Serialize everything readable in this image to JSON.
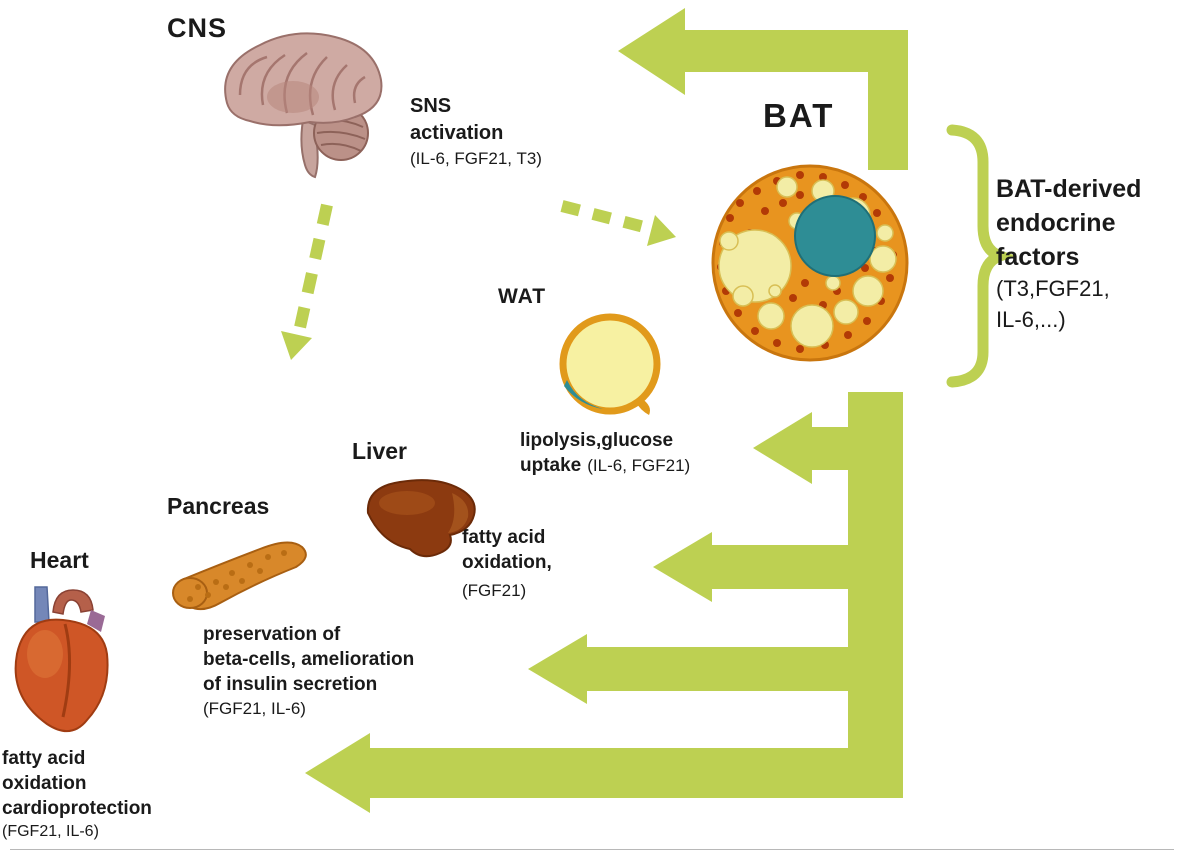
{
  "figure": {
    "name": "BAT-derived endocrine factors signaling diagram"
  },
  "colors": {
    "arrow_green": "#bdd052",
    "bat_orange": "#e8941f",
    "nucleus_teal": "#2e8d95",
    "droplet_yellow": "#f3eda6"
  },
  "cns": {
    "label": "CNS",
    "sns_line1": "SNS",
    "sns_line2": "activation",
    "sns_factors": "(IL-6, FGF21, T3)"
  },
  "bat": {
    "label": "BAT",
    "derived_line1": "BAT-derived",
    "derived_line2": "endocrine",
    "derived_line3": "factors",
    "derived_factors1": "(T3,FGF21,",
    "derived_factors2": "IL-6,...)"
  },
  "wat": {
    "label": "WAT",
    "effect_line1": "lipolysis,glucose",
    "effect_line2": "uptake",
    "factors": "(IL-6, FGF21)"
  },
  "liver": {
    "label": "Liver",
    "effect_line1": "fatty acid",
    "effect_line2": "oxidation,",
    "factors": "(FGF21)"
  },
  "pancreas": {
    "label": "Pancreas",
    "effect_line1": "preservation of",
    "effect_line2": "beta-cells, amelioration",
    "effect_line3": "of insulin secretion",
    "factors": "(FGF21, IL-6)"
  },
  "heart": {
    "label": "Heart",
    "effect_line1": "fatty acid",
    "effect_line2": "oxidation",
    "effect_line3": "cardioprotection",
    "factors": "(FGF21, IL-6)"
  }
}
